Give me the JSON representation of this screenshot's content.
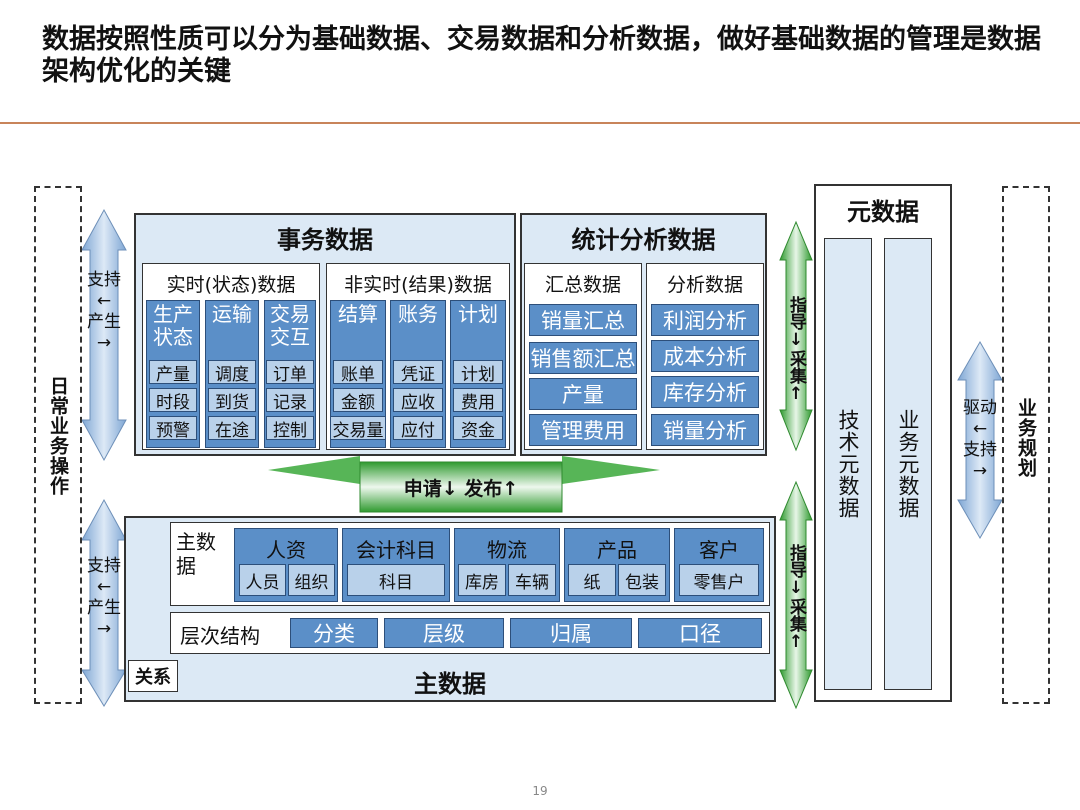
{
  "title": "数据按照性质可以分为基础数据、交易数据和分析数据，做好基础数据的管理是数据架构优化的关键",
  "left_label": "日常业务操作",
  "right_label": "业务规划",
  "left_arrow_top": [
    "支持",
    "←",
    "产生",
    "→"
  ],
  "left_arrow_bottom": [
    "支持",
    "←",
    "产生",
    "→"
  ],
  "right_arrow": [
    "驱动",
    "←",
    "支持",
    "→"
  ],
  "transaction": {
    "title": "事务数据",
    "realtime_header": "实时(状态)数据",
    "nonrealtime_header": "非实时(结果)数据",
    "columns": [
      {
        "head": [
          "生产",
          "状态"
        ],
        "items": [
          "产量",
          "时段",
          "预警"
        ]
      },
      {
        "head": [
          "运输"
        ],
        "items": [
          "调度",
          "到货",
          "在途"
        ]
      },
      {
        "head": [
          "交易",
          "交互"
        ],
        "items": [
          "订单",
          "记录",
          "控制"
        ]
      },
      {
        "head": [
          "结算"
        ],
        "items": [
          "账单",
          "金额",
          "交易量"
        ]
      },
      {
        "head": [
          "账务"
        ],
        "items": [
          "凭证",
          "应收",
          "应付"
        ]
      },
      {
        "head": [
          "计划"
        ],
        "items": [
          "计划",
          "费用",
          "资金"
        ]
      }
    ]
  },
  "stats": {
    "title": "统计分析数据",
    "summary_header": "汇总数据",
    "summary_items": [
      "销量汇总",
      "销售额汇总",
      "产量",
      "管理费用"
    ],
    "analysis_header": "分析数据",
    "analysis_items": [
      "利润分析",
      "成本分析",
      "库存分析",
      "销量分析"
    ]
  },
  "guide_label": "指导↓采集↑",
  "apply_label": "申请↓ 发布↑",
  "metadata": {
    "title": "元数据",
    "tech": "技术元数据",
    "business": "业务元数据"
  },
  "master": {
    "title": "主数据",
    "main_label": "主数据",
    "groups": [
      {
        "head": "人资",
        "items": [
          "人员",
          "组织"
        ]
      },
      {
        "head": "会计科目",
        "items": [
          "科目"
        ]
      },
      {
        "head": "物流",
        "items": [
          "库房",
          "车辆"
        ]
      },
      {
        "head": "产品",
        "items": [
          "纸",
          "包装"
        ]
      },
      {
        "head": "客户",
        "items": [
          "零售户"
        ]
      }
    ],
    "hierarchy_label": "层次结构",
    "hierarchy_items": [
      "分类",
      "层级",
      "归属",
      "口径"
    ],
    "relation_label": "关系"
  },
  "colors": {
    "dark_blue": "#5b8fc8",
    "light_blue": "#b9d1ea",
    "panel": "#dce9f5",
    "green": "#3aa83a",
    "rule": "#c8845a"
  },
  "page_number": "19"
}
